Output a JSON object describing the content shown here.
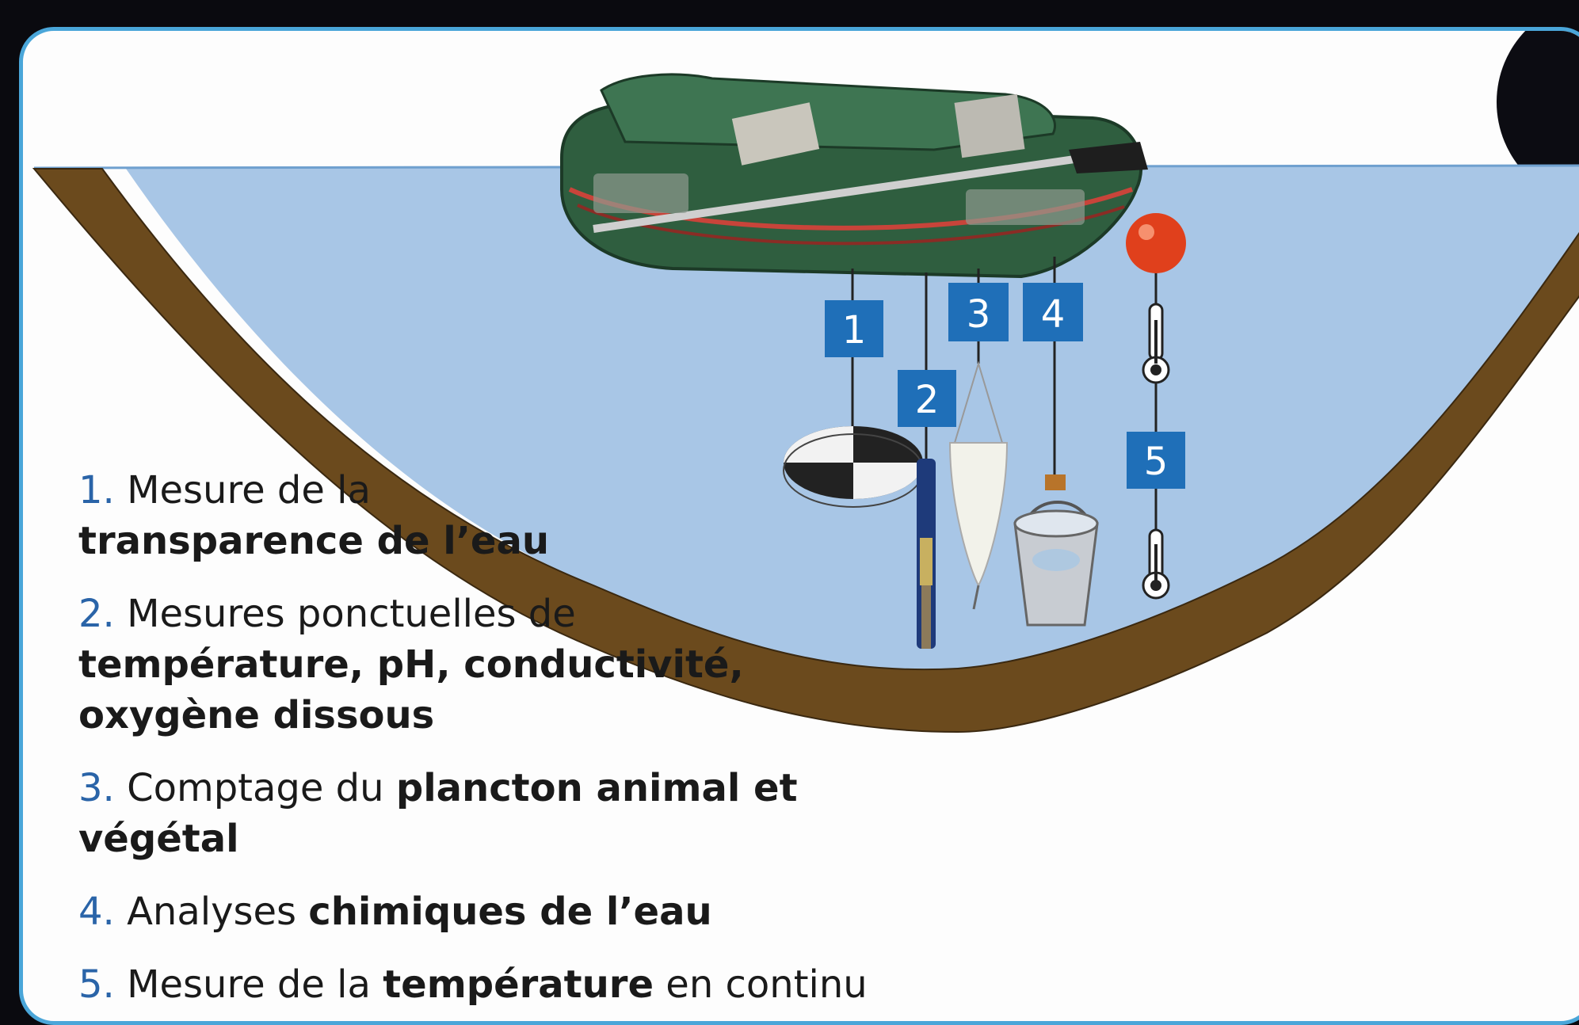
{
  "colors": {
    "frame_border": "#4aa6d9",
    "water": "#a8c6e6",
    "ground": "#6b4a1d",
    "badge": "#1f6fb8",
    "number": "#2a64a8",
    "boat": "#2f5e3f",
    "buoy": "#e0401c"
  },
  "badges": [
    {
      "id": "1",
      "label": "1"
    },
    {
      "id": "2",
      "label": "2"
    },
    {
      "id": "3",
      "label": "3"
    },
    {
      "id": "4",
      "label": "4"
    },
    {
      "id": "5",
      "label": "5"
    }
  ],
  "legend": [
    {
      "num": "1.",
      "plain1": "Mesure de la",
      "bold": "transparence de l’eau",
      "plain2": "",
      "break_before_bold": true
    },
    {
      "num": "2.",
      "plain1": "Mesures ponctuelles de",
      "bold": "température, pH, conductivité,",
      "bold2": "oxygène dissous",
      "plain2": "",
      "break_before_bold": true
    },
    {
      "num": "3.",
      "plain1": "Comptage du",
      "bold": "plancton animal et végétal",
      "plain2": ""
    },
    {
      "num": "4.",
      "plain1": "Analyses",
      "bold": "chimiques de l’eau",
      "plain2": ""
    },
    {
      "num": "5.",
      "plain1": "Mesure de la",
      "bold": "température",
      "plain2": "en continu"
    }
  ],
  "icons": [
    "inflatable-boat-icon",
    "secchi-disk-icon",
    "probe-icon",
    "plankton-net-icon",
    "bucket-icon",
    "buoy-icon",
    "thermometer-icon"
  ]
}
